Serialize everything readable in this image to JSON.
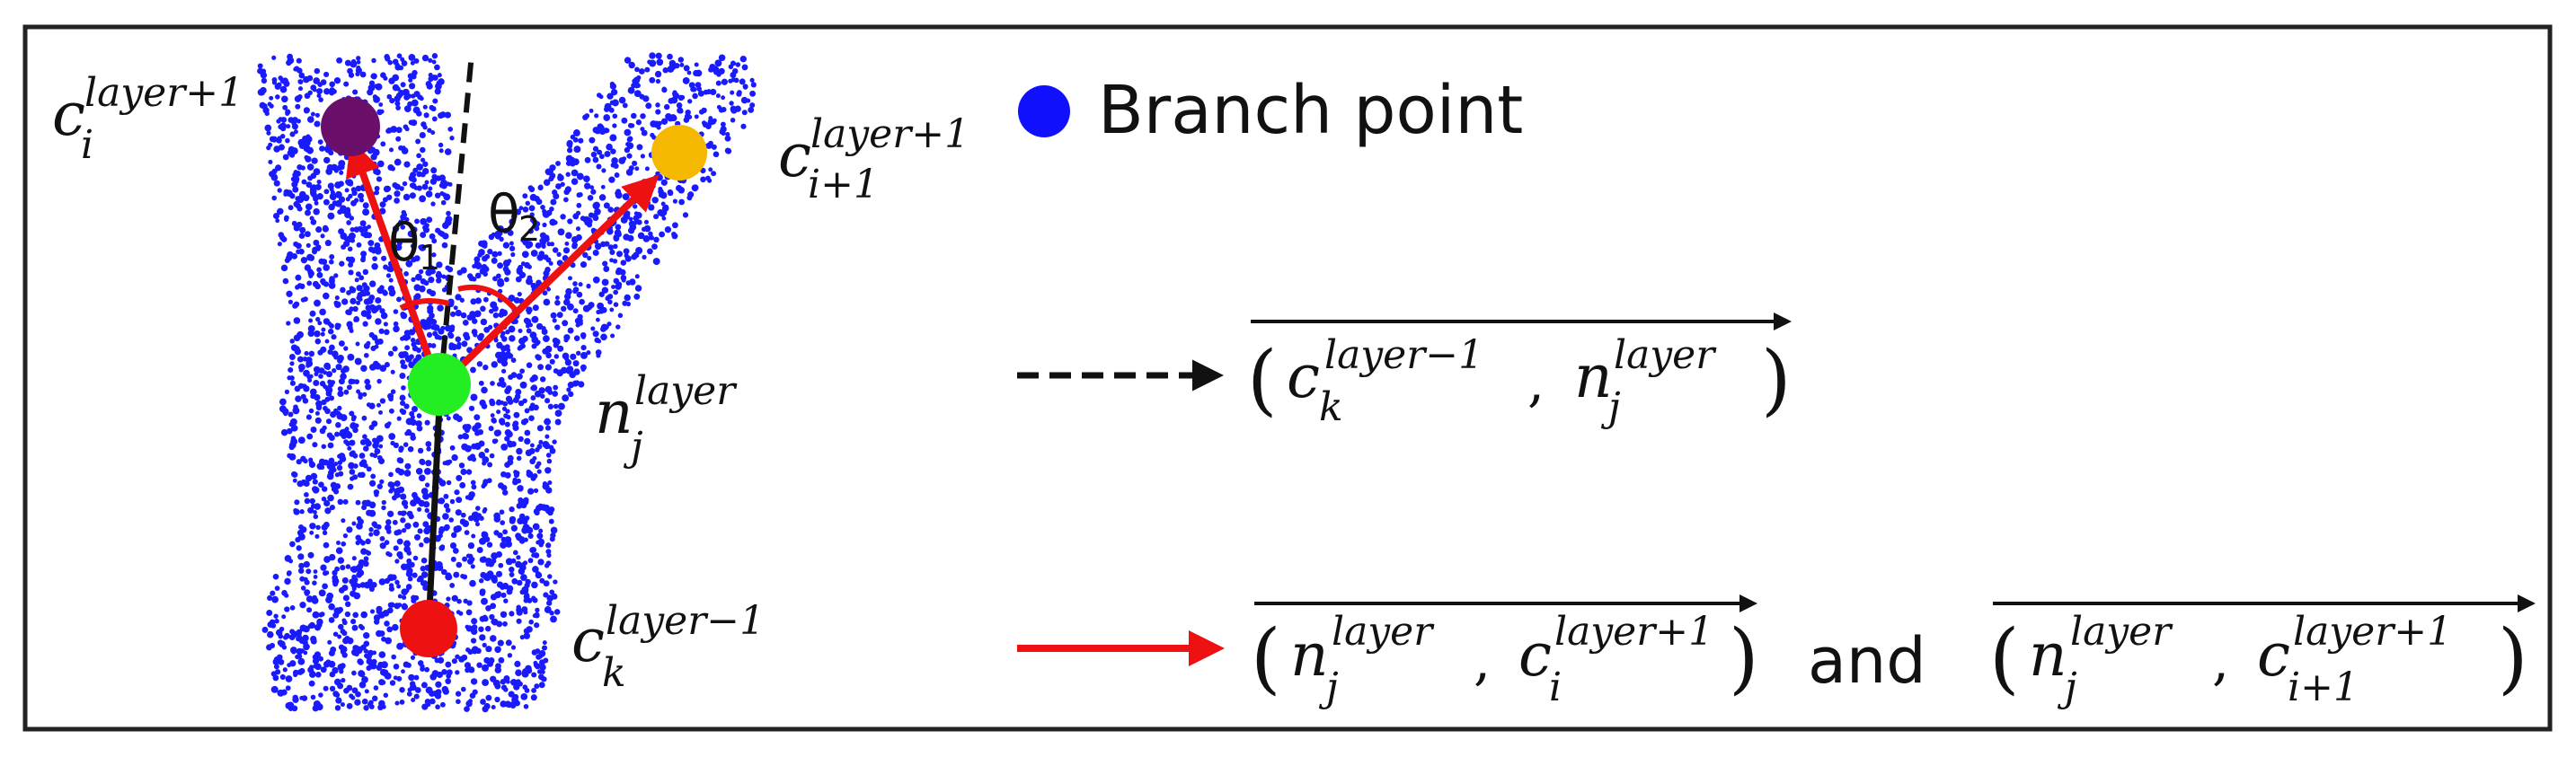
{
  "colors": {
    "frame": "#222222",
    "cloud": "#1a1aff",
    "point_purple": "#6a0f6a",
    "point_orange": "#f5b800",
    "point_green": "#22ee22",
    "point_red": "#ee1111",
    "arrow_red": "#ee1111",
    "line_black": "#111111",
    "legend_dot": "#1010ff"
  },
  "icons": {
    "legend_dot": "filled-circle",
    "dashed_arrow": "dashed-arrow-right",
    "red_arrow": "solid-arrow-right"
  },
  "legend": {
    "branch_label": "Branch point"
  },
  "points": {
    "c_i": {
      "base": "c",
      "sub": "i",
      "sup": "layer+1"
    },
    "c_i1": {
      "base": "c",
      "sub": "i+1",
      "sup": "layer+1"
    },
    "n_j": {
      "base": "n",
      "sub": "j",
      "sup": "layer"
    },
    "c_k": {
      "base": "c",
      "sub": "k",
      "sup": "layer−1"
    }
  },
  "angles": {
    "theta1": {
      "symbol": "θ",
      "sub": "1"
    },
    "theta2": {
      "symbol": "θ",
      "sub": "2"
    }
  },
  "formulas": {
    "dashed": {
      "open": "(",
      "close": ")",
      "comma": ",",
      "a": {
        "base": "c",
        "sub": "k",
        "sup": "layer−1"
      },
      "b": {
        "base": "n",
        "sub": "j",
        "sup": "layer"
      }
    },
    "red1": {
      "open": "(",
      "close": ")",
      "comma": ",",
      "a": {
        "base": "n",
        "sub": "j",
        "sup": "layer"
      },
      "b": {
        "base": "c",
        "sub": "i",
        "sup": "layer+1"
      }
    },
    "red2": {
      "open": "(",
      "close": ")",
      "comma": ",",
      "a": {
        "base": "n",
        "sub": "j",
        "sup": "layer"
      },
      "b": {
        "base": "c",
        "sub": "i+1",
        "sup": "layer+1"
      }
    },
    "conjunction": "and"
  }
}
